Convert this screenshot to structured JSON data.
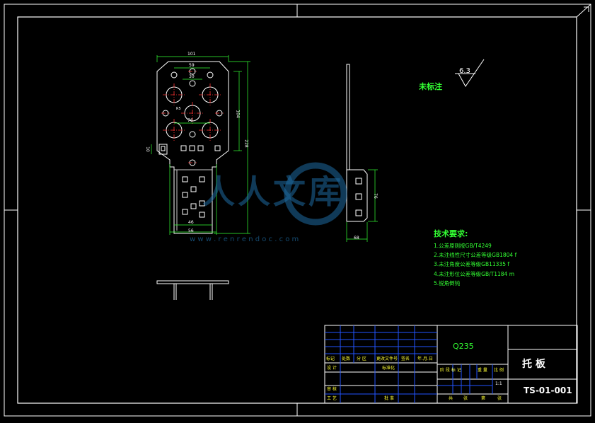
{
  "roughness": {
    "label": "未标注",
    "value": "6.3"
  },
  "tech_requirements": {
    "title": "技术要求:",
    "items": [
      "1.公差原则按GB/T4249",
      "2.未注线性尺寸公差等级GB1804 f",
      "3.未注角度公差等级GB11335 f",
      "4.未注形位公差等级GB/T1184 m",
      "5.锐角倒钝"
    ]
  },
  "title_block": {
    "material": "Q235",
    "part_name": "托   板",
    "drawing_no": "TS-01-001",
    "scale": "1:1",
    "header_row": [
      "标记",
      "处数",
      "分 区",
      "更改文件号",
      "签名",
      "年.月.日"
    ],
    "design_row": [
      "设 计",
      "标准化"
    ],
    "attr_row": [
      "阶 段 标 记",
      "重 量",
      "比 例"
    ],
    "bottom_left": [
      "审 核",
      "工 艺"
    ],
    "approve": "批 准",
    "sheet_row": [
      "共",
      "张",
      "第",
      "张"
    ]
  },
  "watermark": {
    "text": "人人文库",
    "url": "w w w . r e n r e n d o c . c o m"
  },
  "dimensions": {
    "top_width": "101",
    "inner_width_1": "59",
    "inner_width_2": "30",
    "hole_spacing": "76",
    "height_104": "104",
    "height_228": "228",
    "left_10": "10",
    "bottom_46": "46",
    "bottom_56": "56",
    "side_76": "76",
    "side_68": "68",
    "small_r": "R5"
  }
}
